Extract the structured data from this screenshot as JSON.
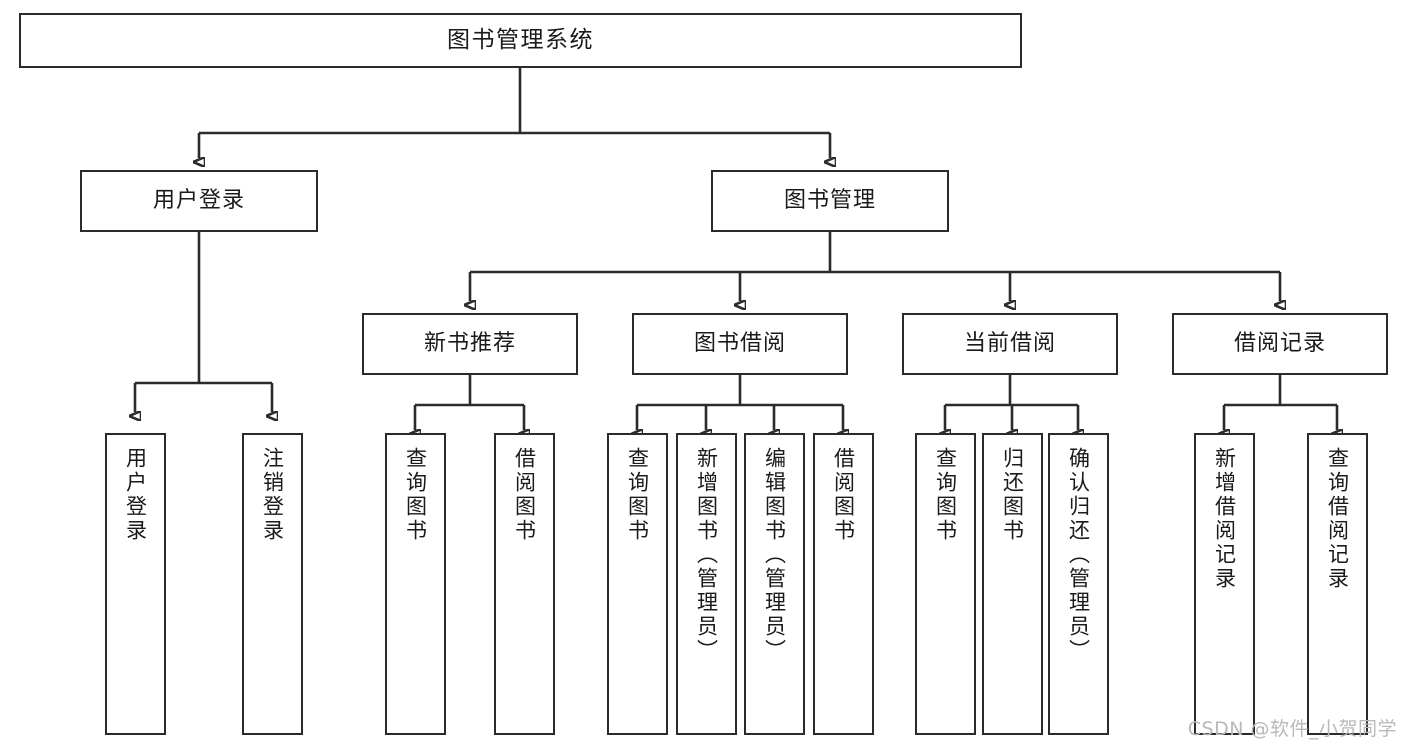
{
  "diagram": {
    "title": "图书管理系统",
    "type": "tree-hierarchy",
    "orientation": "top-down",
    "colors": {
      "box_border": "#2b2b2b",
      "box_fill": "#ffffff",
      "connector": "#2b2b2b",
      "text": "#1a1a1a",
      "watermark": "#b9b9b9",
      "background": "#ffffff"
    },
    "root": {
      "label": "图书管理系统"
    },
    "level1": [
      {
        "label": "用户登录"
      },
      {
        "label": "图书管理"
      }
    ],
    "level2": [
      {
        "label": "新书推荐"
      },
      {
        "label": "图书借阅"
      },
      {
        "label": "当前借阅"
      },
      {
        "label": "借阅记录"
      }
    ],
    "leaves": {
      "user_login": [
        {
          "label": "用户登录"
        },
        {
          "label": "注销登录"
        }
      ],
      "new_book_recommend": [
        {
          "label": "查询图书"
        },
        {
          "label": "借阅图书"
        }
      ],
      "book_borrow": [
        {
          "label": "查询图书"
        },
        {
          "label": "新增图书（管理员）"
        },
        {
          "label": "编辑图书（管理员）"
        },
        {
          "label": "借阅图书"
        }
      ],
      "current_borrow": [
        {
          "label": "查询图书"
        },
        {
          "label": "归还图书"
        },
        {
          "label": "确认归还（管理员）"
        }
      ],
      "borrow_records": [
        {
          "label": "新增借阅记录"
        },
        {
          "label": "查询借阅记录"
        }
      ]
    }
  },
  "watermark": {
    "text": "CSDN @软件_小贺同学"
  }
}
